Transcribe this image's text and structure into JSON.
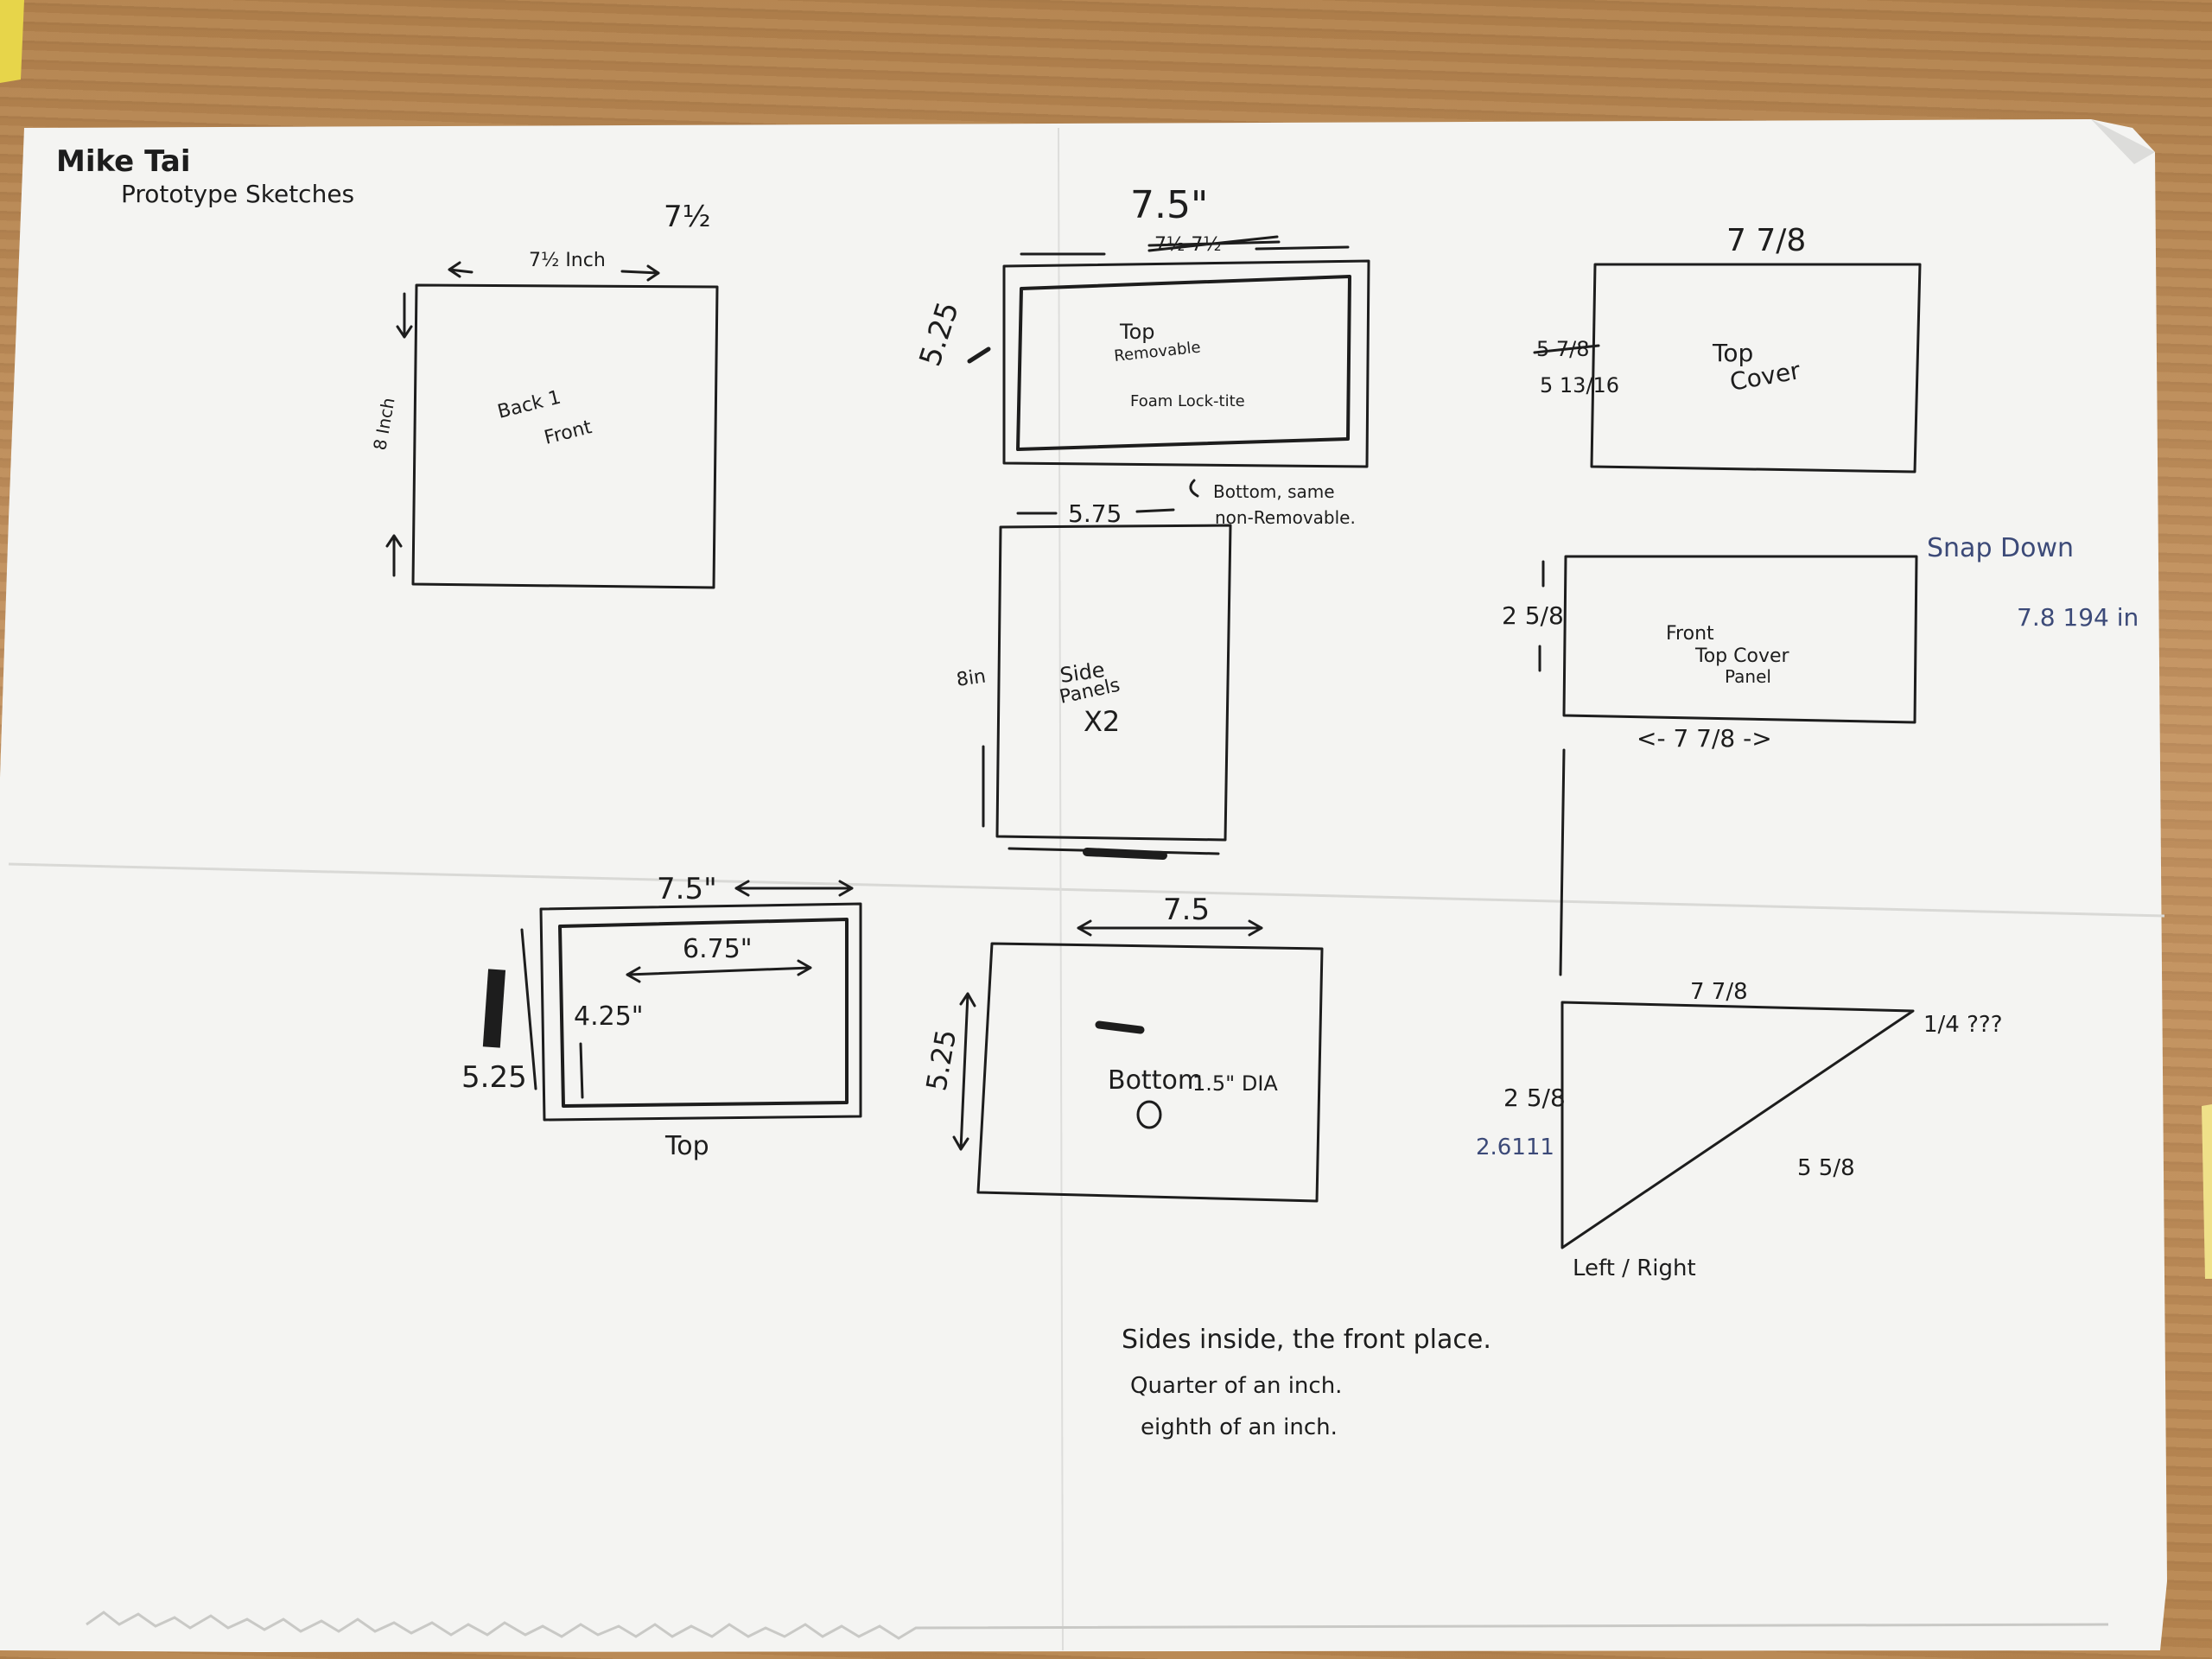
{
  "header": {
    "name": "Mike Tai",
    "subtitle": "Prototype Sketches"
  },
  "sketch_back": {
    "top_dim": "7½",
    "arrow_dim": "7½ Inch",
    "side_dim": "8 Inch",
    "label1": "Back 1",
    "label2": "Front"
  },
  "sketch_top_removable": {
    "top_dim": "7.5\"",
    "crossed_dim": "7½ 7½",
    "side_dim": "5.25",
    "label1": "Top",
    "label2": "Removable",
    "label3": "Foam Lock-tite",
    "note1": "Bottom, same",
    "note2": "non-Removable."
  },
  "sketch_side_panels": {
    "top_dim": "5.75",
    "side_dim": "8in",
    "label1": "Side",
    "label2": "Panels",
    "label3": "X2"
  },
  "sketch_top_cover": {
    "top_dim": "7 7/8",
    "crossed_dim": "5 7/8",
    "side_dim": "5 13/16",
    "label1": "Top",
    "label2": "Cover"
  },
  "sketch_front_panel": {
    "side_dim": "2 5/8",
    "bottom_dim": "<- 7 7/8 ->",
    "label1": "Front",
    "label2": "Top Cover",
    "label3": "Panel",
    "note_snap": "Snap Down",
    "note_dim": "7.8 194 in"
  },
  "sketch_top_bottom": {
    "top_dim": "7.5\"",
    "inner_dim": "6.75\"",
    "inner_side": "4.25\"",
    "outer_side": "5.25",
    "caption": "Top"
  },
  "sketch_bottom": {
    "top_dim": "7.5",
    "side_dim": "5.25",
    "label": "Bottom",
    "hole": "1.5\" DIA"
  },
  "sketch_left_right": {
    "top_dim": "7 7/8",
    "side_dim": "2 5/8",
    "side_blue": "2.6111",
    "hyp_dim": "5 5/8",
    "corner_note": "1/4 ???",
    "caption": "Left / Right"
  },
  "notes": {
    "line1": "Sides inside, the front place.",
    "line2": "Quarter of an inch.",
    "line3": "eighth of an inch."
  }
}
